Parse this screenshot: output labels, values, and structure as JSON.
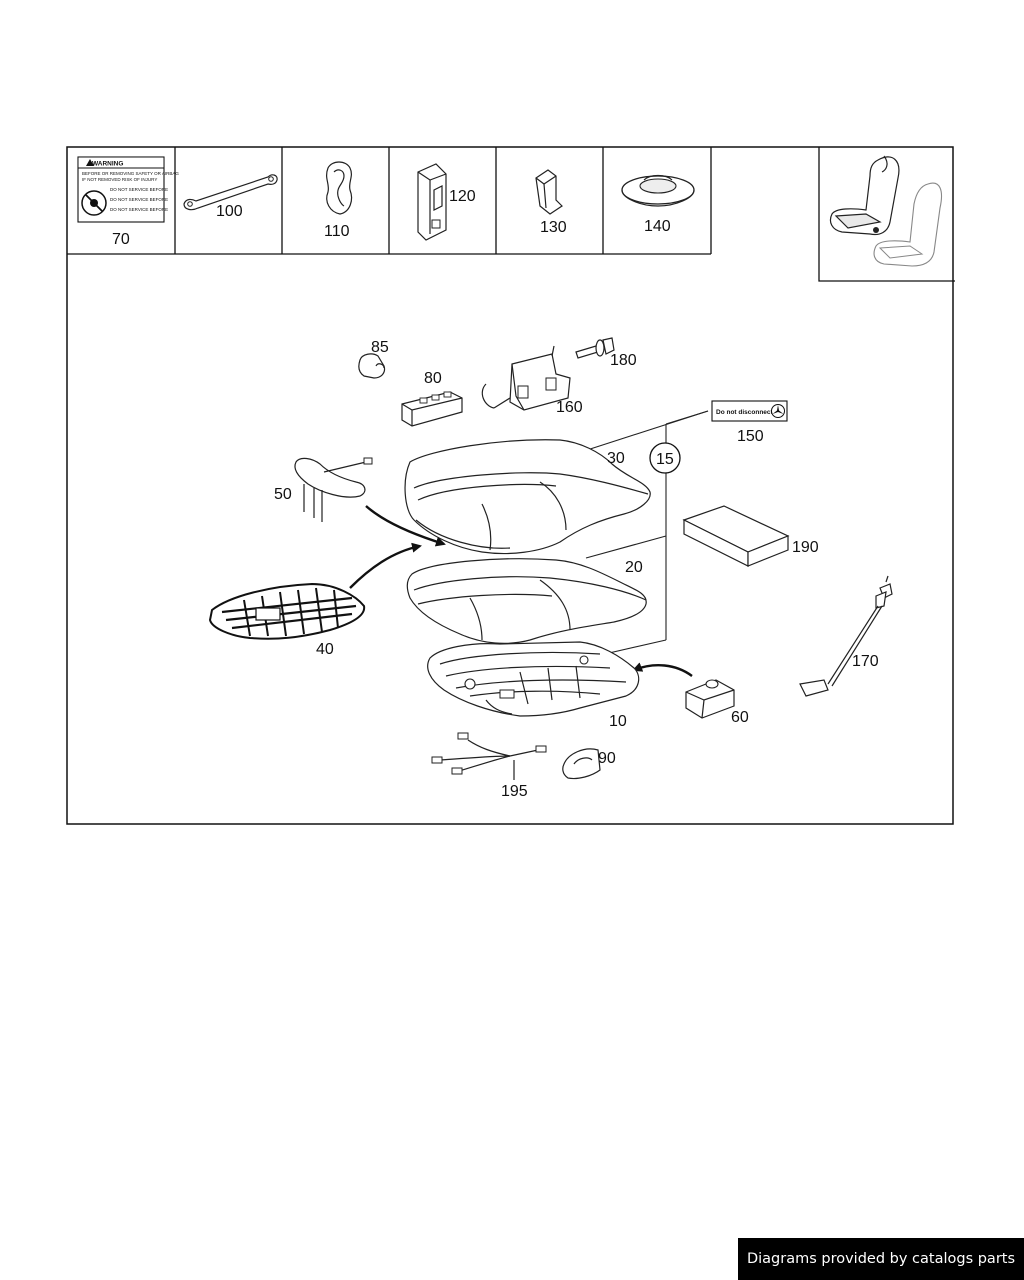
{
  "labels": {
    "p70": "70",
    "p100": "100",
    "p110": "110",
    "p120": "120",
    "p130": "130",
    "p140": "140",
    "p85": "85",
    "p80": "80",
    "p180": "180",
    "p160": "160",
    "p150": "150",
    "p30": "30",
    "p15": "15",
    "p50": "50",
    "p20": "20",
    "p190": "190",
    "p40": "40",
    "p170": "170",
    "p10": "10",
    "p60": "60",
    "p90": "90",
    "p195": "195"
  },
  "warning_label": {
    "header": "WARNING",
    "line1": "BEFORE OR REMOVING SAFETY OR AIRBAG",
    "line2": "IF NOT REMOVED RISK OF INJURY",
    "line3": "DO NOT SERVICE BEFORE",
    "line4": "DO NOT SERVICE BEFORE",
    "line5": "DO NOT SERVICE BEFORE"
  },
  "sticker_150": {
    "text": "Do not disconnect"
  },
  "footer": {
    "text": "Diagrams provided by catalogs parts"
  }
}
